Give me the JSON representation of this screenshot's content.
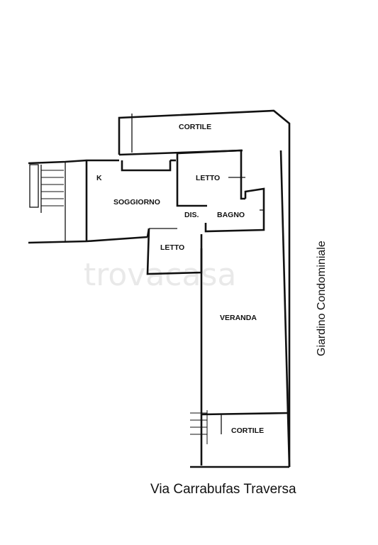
{
  "watermark": "trovacasa",
  "rooms": {
    "cortile_top": "CORTILE",
    "k": "K",
    "soggiorno": "SOGGIORNO",
    "letto_1": "LETTO",
    "dis": "DIS.",
    "bagno": "BAGNO",
    "letto_2": "LETTO",
    "veranda": "VERANDA",
    "cortile_bottom": "CORTILE"
  },
  "labels": {
    "garden": "Giardino Condominiale",
    "street": "Via Carrabufas Traversa"
  },
  "colors": {
    "ink": "#111111",
    "background": "#ffffff",
    "watermark": "#e9e9e9"
  }
}
